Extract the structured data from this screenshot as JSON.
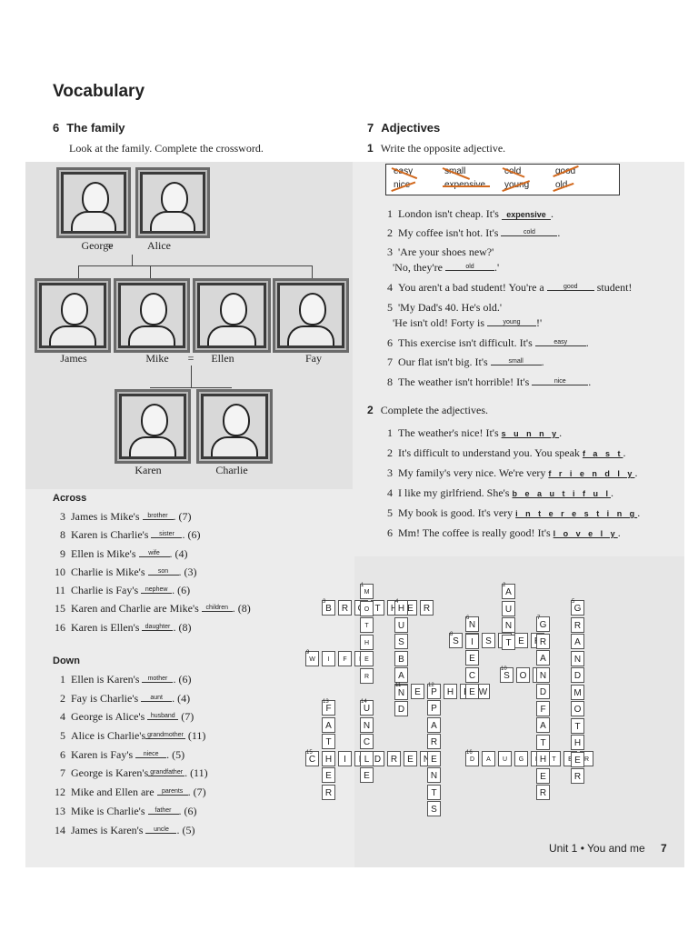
{
  "page_title": "Vocabulary",
  "section6": {
    "number": "6",
    "title": "The family",
    "instruction": "Look at the family. Complete the crossword."
  },
  "section7": {
    "number": "7",
    "title": "Adjectives"
  },
  "family": {
    "george": "George",
    "alice": "Alice",
    "eq1": "=",
    "james": "James",
    "mike": "Mike",
    "ellen": "Ellen",
    "fay": "Fay",
    "eq2": "=",
    "karen": "Karen",
    "charlie": "Charlie"
  },
  "across": {
    "heading": "Across",
    "clues": [
      {
        "n": "3",
        "pre": "James is Mike's",
        "ans": "brother",
        "post": ". (7)"
      },
      {
        "n": "8",
        "pre": "Karen is Charlie's",
        "ans": "sister",
        "post": ". (6)"
      },
      {
        "n": "9",
        "pre": "Ellen is Mike's",
        "ans": "wife",
        "post": ". (4)"
      },
      {
        "n": "10",
        "pre": "Charlie is Mike's",
        "ans": "son",
        "post": ". (3)"
      },
      {
        "n": "11",
        "pre": "Charlie is Fay's",
        "ans": "nephew",
        "post": ". (6)"
      },
      {
        "n": "15",
        "pre": "Karen and Charlie are Mike's",
        "ans": "children",
        "post": ". (8)"
      },
      {
        "n": "16",
        "pre": "Karen is Ellen's",
        "ans": "daughter",
        "post": ". (8)"
      }
    ]
  },
  "down": {
    "heading": "Down",
    "clues": [
      {
        "n": "1",
        "pre": "Ellen is Karen's",
        "ans": "mother",
        "post": ". (6)"
      },
      {
        "n": "2",
        "pre": "Fay is Charlie's",
        "ans": "aunt",
        "post": ". (4)"
      },
      {
        "n": "4",
        "pre": "George is Alice's",
        "ans": "husband",
        "post": " (7)"
      },
      {
        "n": "5",
        "pre": "Alice is Charlie's",
        "ans": "grandmother",
        "post": " (11)"
      },
      {
        "n": "6",
        "pre": "Karen is Fay's",
        "ans": "niece",
        "post": ". (5)"
      },
      {
        "n": "7",
        "pre": "George is Karen's",
        "ans": "grandfather",
        "post": ". (11)"
      },
      {
        "n": "12",
        "pre": "Mike and Ellen are",
        "ans": "parents",
        "post": ". (7)"
      },
      {
        "n": "13",
        "pre": "Mike is Charlie's",
        "ans": "father",
        "post": ". (6)"
      },
      {
        "n": "14",
        "pre": "James is Karen's",
        "ans": "uncle",
        "post": ". (5)"
      }
    ]
  },
  "ex1": {
    "number": "1",
    "instruction": "Write the opposite adjective.",
    "box_words": [
      "easy",
      "small",
      "cold",
      "good",
      "nice",
      "expensive",
      "young",
      "old"
    ],
    "sentences": [
      {
        "n": "1",
        "l1pre": "London isn't cheap. It's",
        "l1ans": "expensive",
        "l1post": "."
      },
      {
        "n": "2",
        "l1pre": "My coffee isn't hot. It's",
        "l1ans": "cold",
        "l1post": "."
      },
      {
        "n": "3",
        "l1pre": "'Are your shoes new?'",
        "l2pre": "'No, they're",
        "l2ans": "old",
        "l2post": ".'"
      },
      {
        "n": "4",
        "l1pre": "You aren't a bad student! You're a",
        "l1ans": "good",
        "l1post": "student!"
      },
      {
        "n": "5",
        "l1pre": "'My Dad's 40. He's old.'",
        "l2pre": "'He isn't old! Forty is",
        "l2ans": "young",
        "l2post": "!'"
      },
      {
        "n": "6",
        "l1pre": "This exercise isn't difficult. It's",
        "l1ans": "easy",
        "l1post": "."
      },
      {
        "n": "7",
        "l1pre": "Our flat isn't big. It's",
        "l1ans": "small",
        "l1post": "."
      },
      {
        "n": "8",
        "l1pre": "The weather isn't horrible! It's",
        "l1ans": "nice",
        "l1post": "."
      }
    ]
  },
  "ex2": {
    "number": "2",
    "instruction": "Complete the adjectives.",
    "sentences": [
      {
        "n": "1",
        "pre": "The weather's nice! It's",
        "ans": "s u n n y",
        "post": "."
      },
      {
        "n": "2",
        "pre": "It's difficult to understand you. You speak",
        "ans": "f a s t",
        "post": "."
      },
      {
        "n": "3",
        "pre": "My family's very nice. We're very",
        "ans": "f r i e n d l y",
        "post": "."
      },
      {
        "n": "4",
        "pre": "I like my girlfriend. She's",
        "ans": "b e a u t i f u l",
        "post": "."
      },
      {
        "n": "5",
        "pre": "My book is good. It's very",
        "ans": "i n t e r e s t i n g",
        "post": "."
      },
      {
        "n": "6",
        "pre": "Mm! The coffee is really good! It's",
        "ans": "l o v e l y",
        "post": "."
      }
    ]
  },
  "crossword": {
    "numbers": [
      "1",
      "2",
      "3",
      "4",
      "5",
      "6",
      "7",
      "8",
      "9",
      "10",
      "11",
      "12",
      "13",
      "14",
      "15",
      "16"
    ],
    "words": [
      {
        "name": "brother",
        "letters": "BROTHER"
      },
      {
        "name": "sister",
        "letters": "SISTER"
      },
      {
        "name": "wife",
        "letters": "WIFE"
      },
      {
        "name": "son",
        "letters": "SON"
      },
      {
        "name": "nephew",
        "letters": "NEPHEW"
      },
      {
        "name": "children",
        "letters": "CHILDREN"
      },
      {
        "name": "daughter",
        "letters": "DAUGHTER"
      },
      {
        "name": "mother",
        "letters": "MOTHER"
      },
      {
        "name": "aunt",
        "letters": "AUNT"
      },
      {
        "name": "husband",
        "letters": "HUSBAND"
      },
      {
        "name": "grandmother",
        "letters": "GRANDMOTHER"
      },
      {
        "name": "niece",
        "letters": "NIECE"
      },
      {
        "name": "grandfather",
        "letters": "GRANDFATHER"
      },
      {
        "name": "parents",
        "letters": "PARENTS"
      },
      {
        "name": "father",
        "letters": "FATHER"
      },
      {
        "name": "uncle",
        "letters": "UNCLE"
      }
    ]
  },
  "footer": {
    "unit": "Unit 1",
    "sep": "•",
    "topic": "You and me",
    "page": "7"
  }
}
